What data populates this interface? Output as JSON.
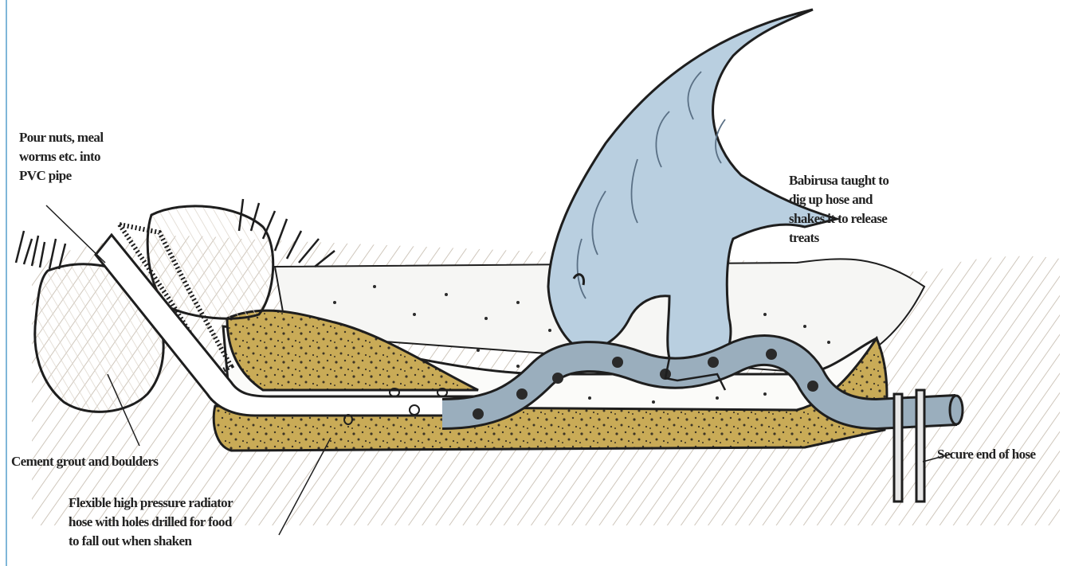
{
  "labels": {
    "pour": "Pour nuts, meal\nworms etc. into\nPVC pipe",
    "babirusa": "Babirusa taught to\ndig up hose and\nshakes it to release\ntreats",
    "cement": "Cement grout and boulders",
    "hose": "Flexible high pressure radiator\nhose with holes drilled for food\nto fall out when shaken",
    "secure": "Secure end of hose"
  },
  "colors": {
    "sand": "#c7a955",
    "sand_dots": "#3d3526",
    "hose": "#9aaebd",
    "babirusa": "#b9cfe0",
    "outline": "#1e1e1e",
    "ground_hatch": "#c9c1b6",
    "border": "#7fb6d8"
  }
}
